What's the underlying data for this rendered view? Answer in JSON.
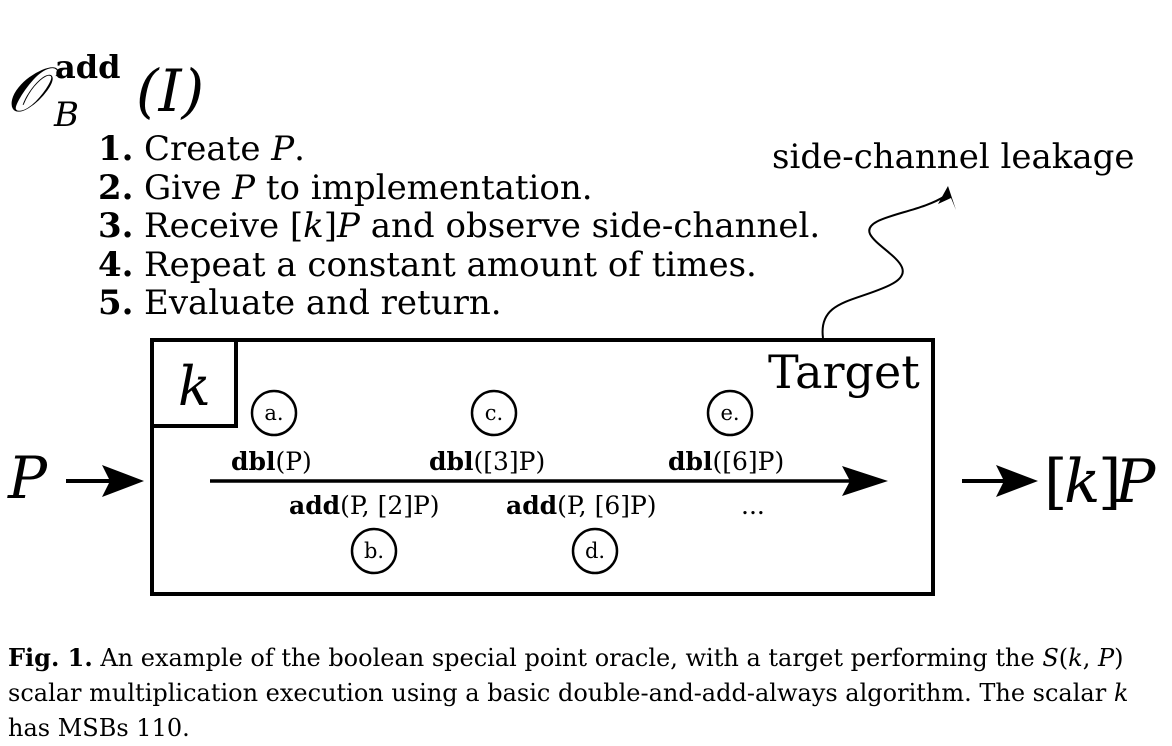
{
  "oracle": {
    "symbol": "𝒪",
    "superscript": "add",
    "subscript": "B",
    "argument": "(I)"
  },
  "steps": [
    {
      "num": "1.",
      "parts": [
        {
          "t": "Create "
        },
        {
          "t": "P",
          "i": true
        },
        {
          "t": "."
        }
      ]
    },
    {
      "num": "2.",
      "parts": [
        {
          "t": "Give "
        },
        {
          "t": "P",
          "i": true
        },
        {
          "t": " to implementation."
        }
      ]
    },
    {
      "num": "3.",
      "parts": [
        {
          "t": "Receive ["
        },
        {
          "t": "k",
          "i": true
        },
        {
          "t": "]"
        },
        {
          "t": "P",
          "i": true
        },
        {
          "t": " and observe side-channel."
        }
      ]
    },
    {
      "num": "4.",
      "parts": [
        {
          "t": "Repeat a constant amount of times."
        }
      ]
    },
    {
      "num": "5.",
      "parts": [
        {
          "t": "Evaluate and return."
        }
      ]
    }
  ],
  "leakage_label": "side-channel leakage",
  "target": {
    "title": "Target",
    "scalar": "k",
    "input": "P",
    "output": "[k]P",
    "circles": [
      "a.",
      "b.",
      "c.",
      "d.",
      "e."
    ],
    "ops_top": [
      {
        "bold": "dbl",
        "rest": "(P)"
      },
      {
        "bold": "dbl",
        "rest": "([3]P)"
      },
      {
        "bold": "dbl",
        "rest": "([6]P)"
      }
    ],
    "ops_bottom": [
      {
        "bold": "add",
        "rest": "(P, [2]P)"
      },
      {
        "bold": "add",
        "rest": "(P, [6]P)"
      },
      {
        "bold": "",
        "rest": "..."
      }
    ]
  },
  "caption": {
    "label": "Fig. 1.",
    "parts": [
      {
        "t": " An example of the boolean special point oracle, with a target performing the "
      },
      {
        "t": "S",
        "i": true
      },
      {
        "t": "("
      },
      {
        "t": "k",
        "i": true
      },
      {
        "t": ", "
      },
      {
        "t": "P",
        "i": true
      },
      {
        "t": ") scalar multiplication execution using a basic double-and-add-always algorithm. The scalar "
      },
      {
        "t": "k",
        "i": true
      },
      {
        "t": " has MSBs 110."
      }
    ]
  }
}
